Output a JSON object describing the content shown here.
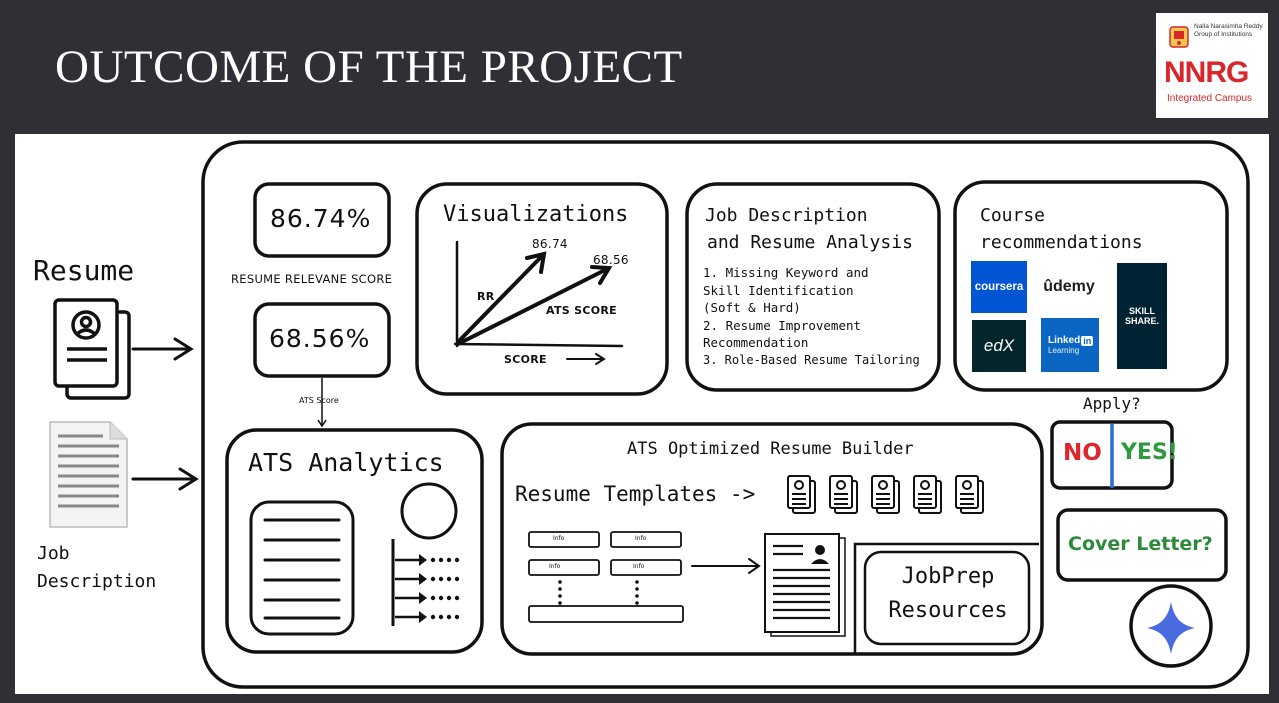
{
  "slide": {
    "title": "OUTCOME OF THE PROJECT"
  },
  "logo": {
    "institution": "Nalla Narasimha Reddy Group of Institutions",
    "name": "NNRG",
    "tagline": "Integrated Campus"
  },
  "inputs": {
    "resume_label": "Resume",
    "job_label_line1": "Job",
    "job_label_line2": "Description"
  },
  "scores": {
    "relevance_value": "86.74%",
    "relevance_caption": "RESUME RELEVANE SCORE",
    "ats_value": "68.56%",
    "ats_caption": "ATS Score"
  },
  "visualizations": {
    "title": "Visualizations",
    "rr_label": "RR",
    "rr_value": "86.74",
    "ats_label": "ATS SCORE",
    "ats_value": "68.56",
    "x_label": "SCORE"
  },
  "analysis": {
    "title_line1": "Job Description",
    "title_line2": "and Resume Analysis",
    "items": [
      "1. Missing Keyword and",
      "Skill Identification",
      "(Soft & Hard)",
      "2. Resume Improvement",
      "Recommendation",
      "3. Role-Based Resume Tailoring"
    ]
  },
  "courses": {
    "title_line1": "Course",
    "title_line2": "recommendations",
    "platforms": {
      "coursera": "coursera",
      "udemy": "ûdemy",
      "skillshare_line1": "SKILL",
      "skillshare_line2": "SHARE.",
      "edx": "edX",
      "linkedin": "Linked",
      "linkedin_in": "in",
      "linkedin_sub": "Learning"
    }
  },
  "apply": {
    "question": "Apply?",
    "no": "NO",
    "yes": "YES!"
  },
  "cover_letter": "Cover Letter?",
  "ats_analytics": {
    "title": "ATS Analytics"
  },
  "builder": {
    "title": "ATS Optimized Resume Builder",
    "templates_label": "Resume Templates ->",
    "field_label": "Info"
  },
  "jobprep": {
    "line1": "JobPrep",
    "line2": "Resources"
  },
  "colors": {
    "dark_bg": "#2f2f35",
    "no": "#e0262c",
    "yes": "#2e9a3e",
    "divider": "#2a6fd4",
    "cover": "#2e8a3a",
    "coursera": "#0056d2",
    "linkedin": "#0a66c2",
    "edx": "#02262b",
    "skillshare": "#002333",
    "star": "#4a6be0"
  }
}
